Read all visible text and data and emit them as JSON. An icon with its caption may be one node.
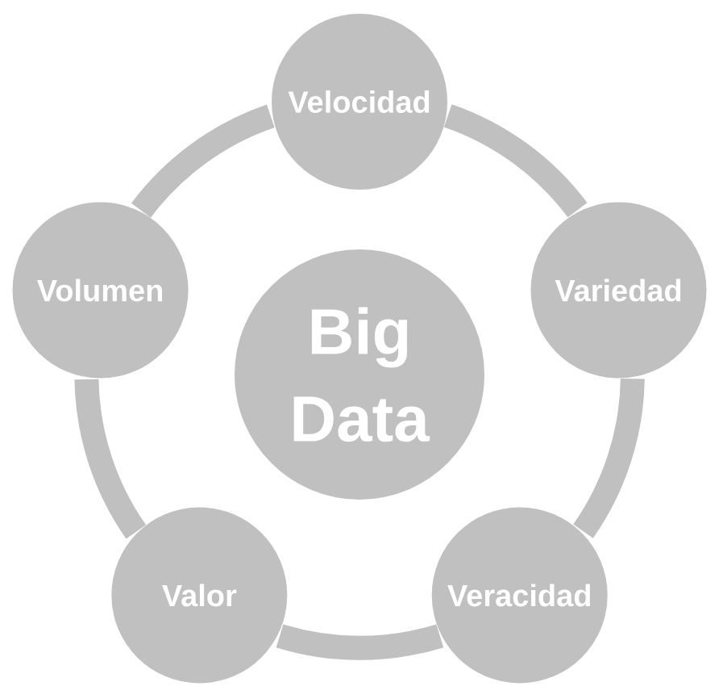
{
  "diagram": {
    "nodes": [
      {
        "text": [
          "Velocidad"
        ]
      },
      {
        "text": [
          "Volumen"
        ]
      },
      {
        "text": [
          "Variedad"
        ]
      },
      {
        "text": [
          "Big Data"
        ]
      },
      {
        "text": [
          "Valor"
        ]
      },
      {
        "text": [
          "Veracidad"
        ]
      }
    ],
    "edges": [
      {
        "from": 0,
        "to": 2,
        "arrow": "none"
      },
      {
        "from": 2,
        "to": 5,
        "arrow": "none"
      },
      {
        "from": 5,
        "to": 4,
        "arrow": "none"
      },
      {
        "from": 4,
        "to": 1,
        "arrow": "none"
      },
      {
        "from": 1,
        "to": 0,
        "arrow": "none"
      }
    ]
  }
}
